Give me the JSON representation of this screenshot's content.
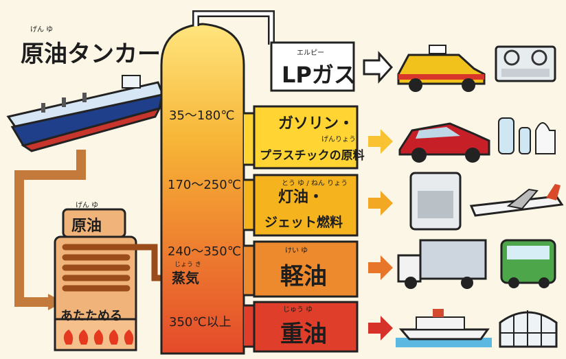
{
  "title": "原油タンカー",
  "title_ruby": "げん ゆ",
  "crude_label": "原油",
  "crude_ruby": "げん ゆ",
  "heat_label": "あたためる",
  "steam_label": "蒸気",
  "steam_ruby": "じょう き",
  "temperatures": [
    "35～180℃",
    "170～250℃",
    "240～350℃",
    "350℃以上"
  ],
  "products": [
    {
      "label": "LPガス",
      "ruby": "エルピー",
      "color": "#ffffff"
    },
    {
      "label_line1": "ガソリン・",
      "label_line2": "プラスチックの原料",
      "ruby": "げんりょう",
      "color": "#ffd433"
    },
    {
      "label_line1": "灯油・",
      "label_line2": "ジェット燃料",
      "ruby": "とう ゆ / ねん りょう",
      "color": "#f5b41e"
    },
    {
      "label": "軽油",
      "ruby": "けい ゆ",
      "color": "#ec8a2d"
    },
    {
      "label": "重油",
      "ruby": "じゅう ゆ",
      "color": "#de3e2a"
    }
  ],
  "arrow_colors": [
    "#ffffff",
    "#f8c233",
    "#f3a823",
    "#e7762b",
    "#d7322a"
  ],
  "tower_gradient": [
    "#ffe57e",
    "#f7b637",
    "#ed7b2f",
    "#e44a2a"
  ],
  "icons": [
    "tanker-icon",
    "taxi-icon",
    "gas-stove-icon",
    "car-icon",
    "bottles-icon",
    "heater-icon",
    "airplane-icon",
    "truck-icon",
    "bus-icon",
    "ferry-icon",
    "greenhouse-icon",
    "fire-icon"
  ]
}
